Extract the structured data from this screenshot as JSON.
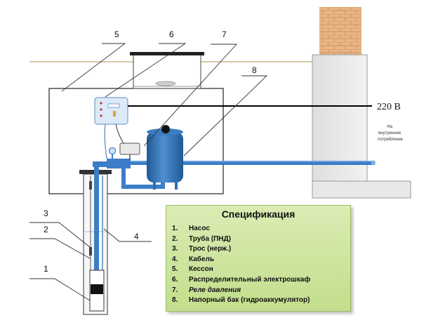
{
  "callouts": [
    "1",
    "2",
    "3",
    "4",
    "5",
    "6",
    "7",
    "8"
  ],
  "voltage_label": "220 В",
  "consumption_label": {
    "line1": "На",
    "line2": "внутреннее",
    "line3": "потребление"
  },
  "spec": {
    "title": "Спецификация",
    "items": [
      {
        "num": "1.",
        "text": "Насос"
      },
      {
        "num": "2.",
        "text": "Труба (ПНД)"
      },
      {
        "num": "3.",
        "text": "Трос (нерж.)"
      },
      {
        "num": "4.",
        "text": "Кабель"
      },
      {
        "num": "5.",
        "text": "Кессон"
      },
      {
        "num": "6.",
        "text": "Распределительный электрошкаф"
      },
      {
        "num": "7.",
        "text": "Реле давления"
      },
      {
        "num": "8.",
        "text": "Напорный бак (гидроаккумулятор)"
      }
    ]
  },
  "colors": {
    "pipe": "#3d7dc8",
    "tank": "#2f6fb3",
    "brick": "#e7b07f",
    "wall": "#e6e6e6",
    "ground": "#c8b68a",
    "spec_bg": "#cfe5a0"
  }
}
